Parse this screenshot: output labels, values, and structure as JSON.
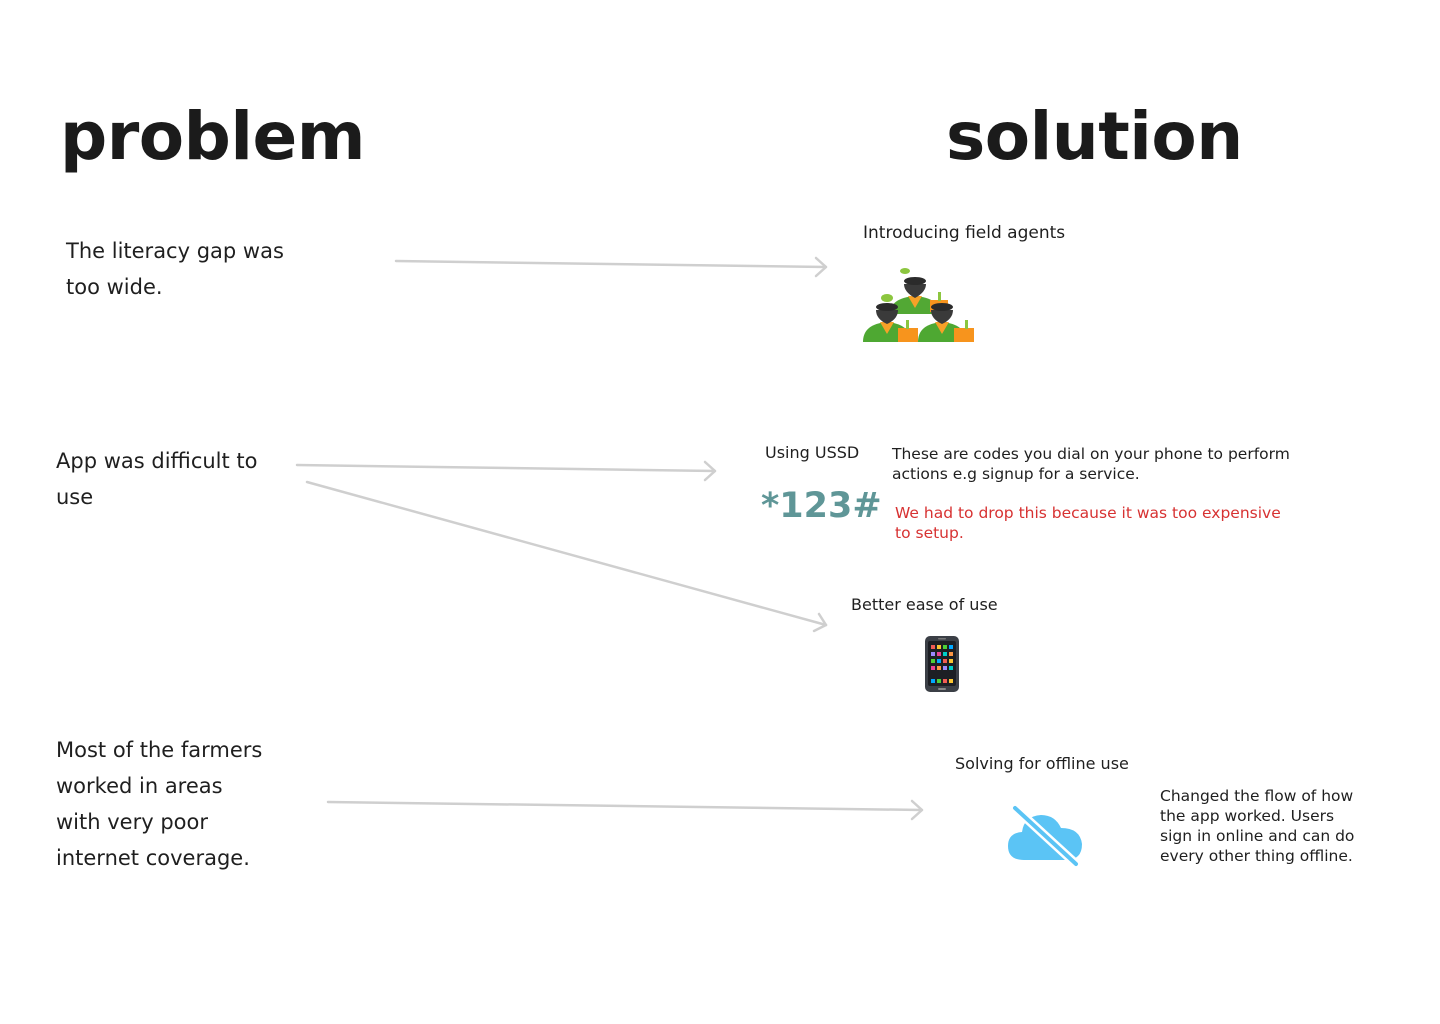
{
  "headings": {
    "problem": "problem",
    "solution": "solution"
  },
  "problems": [
    "The literacy gap was\ntoo wide.",
    "App was difficult to\nuse",
    "Most of the farmers\nworked in areas\nwith very poor\ninternet coverage."
  ],
  "solutions": {
    "field_agents": {
      "label": "Introducing field agents",
      "icon": "farmers-group-icon"
    },
    "ussd": {
      "label": "Using USSD",
      "code": "*123#",
      "description": "These are codes you dial on your phone to perform\nactions e.g signup for a service.",
      "note": "We had to drop this because it was too expensive\nto setup."
    },
    "ease_of_use": {
      "label": "Better ease of use",
      "icon": "smartphone-icon"
    },
    "offline": {
      "label": "Solving for offline use",
      "icon": "cloud-off-icon",
      "description": "Changed the flow of how\nthe app worked. Users\nsign in online and can do\nevery other thing offline."
    }
  },
  "colors": {
    "arrow": "#cfcfcf",
    "ussd_code": "#5f9697",
    "warning": "#d73232",
    "cloud": "#5bc4f5"
  }
}
